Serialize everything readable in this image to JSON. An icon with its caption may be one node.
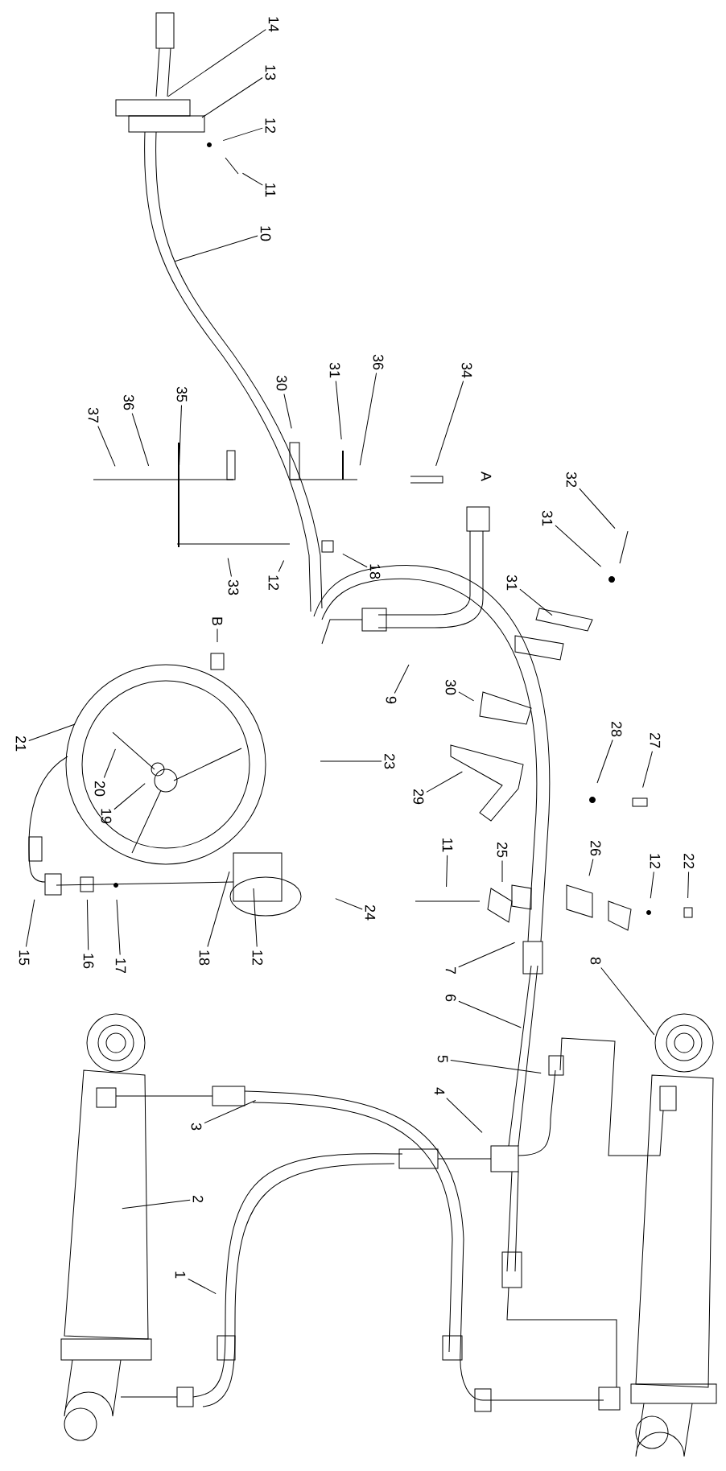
{
  "diagram": {
    "nodes": [
      {
        "text": [
          "14"
        ]
      },
      {
        "text": [
          "13"
        ]
      },
      {
        "text": [
          "12"
        ]
      },
      {
        "text": [
          "11"
        ]
      },
      {
        "text": [
          "10"
        ]
      },
      {
        "text": [
          "37"
        ]
      },
      {
        "text": [
          "36"
        ]
      },
      {
        "text": [
          "35"
        ]
      },
      {
        "text": [
          "30"
        ]
      },
      {
        "text": [
          "31"
        ]
      },
      {
        "text": [
          "36"
        ]
      },
      {
        "text": [
          "34"
        ]
      },
      {
        "text": [
          "32"
        ]
      },
      {
        "text": [
          "31"
        ]
      },
      {
        "text": [
          "33"
        ]
      },
      {
        "text": [
          "12"
        ]
      },
      {
        "text": [
          "18"
        ]
      },
      {
        "text": [
          "31"
        ]
      },
      {
        "text": [
          "B"
        ]
      },
      {
        "text": [
          "21"
        ]
      },
      {
        "text": [
          "30"
        ]
      },
      {
        "text": [
          "9"
        ]
      },
      {
        "text": [
          "20"
        ]
      },
      {
        "text": [
          "19"
        ]
      },
      {
        "text": [
          "23"
        ]
      },
      {
        "text": [
          "29"
        ]
      },
      {
        "text": [
          "28"
        ]
      },
      {
        "text": [
          "27"
        ]
      },
      {
        "text": [
          "11"
        ]
      },
      {
        "text": [
          "25"
        ]
      },
      {
        "text": [
          "26"
        ]
      },
      {
        "text": [
          "12"
        ]
      },
      {
        "text": [
          "22"
        ]
      },
      {
        "text": [
          "24"
        ]
      },
      {
        "text": [
          "15"
        ]
      },
      {
        "text": [
          "16"
        ]
      },
      {
        "text": [
          "17"
        ]
      },
      {
        "text": [
          "18"
        ]
      },
      {
        "text": [
          "12"
        ]
      },
      {
        "text": [
          "7"
        ]
      },
      {
        "text": [
          "8"
        ]
      },
      {
        "text": [
          "6"
        ]
      },
      {
        "text": [
          "5"
        ]
      },
      {
        "text": [
          "4"
        ]
      },
      {
        "text": [
          "3"
        ]
      },
      {
        "text": [
          "2"
        ]
      },
      {
        "text": [
          "1"
        ]
      }
    ],
    "edges": [
      {
        "from": 0,
        "to": null,
        "arrow": "none"
      },
      {
        "from": 1,
        "to": null,
        "arrow": "none"
      },
      {
        "from": 2,
        "to": null,
        "arrow": "none"
      },
      {
        "from": 3,
        "to": null,
        "arrow": "none"
      },
      {
        "from": 4,
        "to": null,
        "arrow": "none"
      },
      {
        "from": 5,
        "to": null,
        "arrow": "none"
      },
      {
        "from": 6,
        "to": null,
        "arrow": "none"
      },
      {
        "from": 7,
        "to": null,
        "arrow": "none"
      },
      {
        "from": 8,
        "to": null,
        "arrow": "none"
      },
      {
        "from": 9,
        "to": null,
        "arrow": "none"
      },
      {
        "from": 10,
        "to": null,
        "arrow": "none"
      },
      {
        "from": 11,
        "to": null,
        "arrow": "none"
      },
      {
        "from": 12,
        "to": null,
        "arrow": "none"
      },
      {
        "from": 13,
        "to": null,
        "arrow": "none"
      },
      {
        "from": 14,
        "to": null,
        "arrow": "none"
      },
      {
        "from": 15,
        "to": null,
        "arrow": "none"
      },
      {
        "from": 16,
        "to": null,
        "arrow": "none"
      },
      {
        "from": 17,
        "to": null,
        "arrow": "none"
      },
      {
        "from": 18,
        "to": null,
        "arrow": "none"
      },
      {
        "from": 19,
        "to": null,
        "arrow": "none"
      },
      {
        "from": 20,
        "to": null,
        "arrow": "none"
      },
      {
        "from": 21,
        "to": null,
        "arrow": "none"
      },
      {
        "from": 22,
        "to": null,
        "arrow": "none"
      },
      {
        "from": 23,
        "to": null,
        "arrow": "none"
      },
      {
        "from": 24,
        "to": null,
        "arrow": "none"
      },
      {
        "from": 25,
        "to": null,
        "arrow": "none"
      },
      {
        "from": 26,
        "to": null,
        "arrow": "none"
      },
      {
        "from": 27,
        "to": null,
        "arrow": "none"
      },
      {
        "from": 28,
        "to": null,
        "arrow": "none"
      },
      {
        "from": 29,
        "to": null,
        "arrow": "none"
      },
      {
        "from": 30,
        "to": null,
        "arrow": "none"
      },
      {
        "from": 31,
        "to": null,
        "arrow": "none"
      },
      {
        "from": 32,
        "to": null,
        "arrow": "none"
      },
      {
        "from": 33,
        "to": null,
        "arrow": "none"
      },
      {
        "from": 34,
        "to": null,
        "arrow": "none"
      },
      {
        "from": 35,
        "to": null,
        "arrow": "none"
      },
      {
        "from": 36,
        "to": null,
        "arrow": "none"
      },
      {
        "from": 37,
        "to": null,
        "arrow": "none"
      },
      {
        "from": 38,
        "to": null,
        "arrow": "none"
      },
      {
        "from": 39,
        "to": null,
        "arrow": "none"
      },
      {
        "from": 40,
        "to": null,
        "arrow": "none"
      },
      {
        "from": 41,
        "to": null,
        "arrow": "none"
      },
      {
        "from": 42,
        "to": null,
        "arrow": "none"
      },
      {
        "from": 43,
        "to": null,
        "arrow": "none"
      },
      {
        "from": 44,
        "to": null,
        "arrow": "none"
      },
      {
        "from": 45,
        "to": null,
        "arrow": "none"
      },
      {
        "from": 46,
        "to": null,
        "arrow": "none"
      }
    ],
    "labels": [
      "A"
    ]
  }
}
